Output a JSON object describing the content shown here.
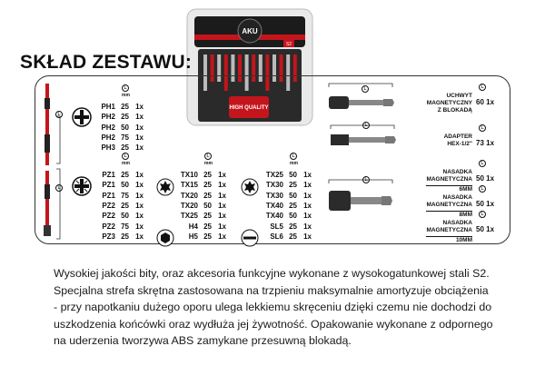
{
  "title": "SKŁAD ZESTAWU:",
  "package": {
    "brand_text": "AKU",
    "badge": "S2",
    "quality_text": "HIGH QUALITY"
  },
  "unit_mm": "mm",
  "length_symbol": "L",
  "phillips": [
    {
      "code": "PH1",
      "len": "25",
      "qty": "1x"
    },
    {
      "code": "PH2",
      "len": "25",
      "qty": "1x"
    },
    {
      "code": "PH2",
      "len": "50",
      "qty": "1x"
    },
    {
      "code": "PH2",
      "len": "75",
      "qty": "1x"
    },
    {
      "code": "PH3",
      "len": "25",
      "qty": "1x"
    }
  ],
  "pozidriv": [
    {
      "code": "PZ1",
      "len": "25",
      "qty": "1x"
    },
    {
      "code": "PZ1",
      "len": "50",
      "qty": "1x"
    },
    {
      "code": "PZ1",
      "len": "75",
      "qty": "1x"
    },
    {
      "code": "PZ2",
      "len": "25",
      "qty": "1x"
    },
    {
      "code": "PZ2",
      "len": "50",
      "qty": "1x"
    },
    {
      "code": "PZ2",
      "len": "75",
      "qty": "1x"
    },
    {
      "code": "PZ3",
      "len": "25",
      "qty": "1x"
    }
  ],
  "torx_a": [
    {
      "code": "TX10",
      "len": "25",
      "qty": "1x"
    },
    {
      "code": "TX15",
      "len": "25",
      "qty": "1x"
    },
    {
      "code": "TX20",
      "len": "25",
      "qty": "1x"
    },
    {
      "code": "TX20",
      "len": "50",
      "qty": "1x"
    },
    {
      "code": "TX25",
      "len": "25",
      "qty": "1x"
    },
    {
      "code": "H4",
      "len": "25",
      "qty": "1x"
    },
    {
      "code": "H5",
      "len": "25",
      "qty": "1x"
    }
  ],
  "torx_b": [
    {
      "code": "TX25",
      "len": "50",
      "qty": "1x"
    },
    {
      "code": "TX30",
      "len": "25",
      "qty": "1x"
    },
    {
      "code": "TX30",
      "len": "50",
      "qty": "1x"
    },
    {
      "code": "TX40",
      "len": "25",
      "qty": "1x"
    },
    {
      "code": "TX40",
      "len": "50",
      "qty": "1x"
    },
    {
      "code": "SL5",
      "len": "25",
      "qty": "1x"
    },
    {
      "code": "SL6",
      "len": "25",
      "qty": "1x"
    }
  ],
  "accessories": [
    {
      "label_lines": [
        "UCHWYT",
        "MAGNETYCZNY",
        "Z BLOKADĄ"
      ],
      "len": "60",
      "qty": "1x",
      "size": ""
    },
    {
      "label_lines": [
        "ADAPTER",
        "HEX-1/2\""
      ],
      "len": "73",
      "qty": "1x",
      "size": ""
    },
    {
      "label_lines": [
        "NASADKA",
        "MAGNETYCZNA"
      ],
      "len": "50",
      "qty": "1x",
      "size": "6MM"
    },
    {
      "label_lines": [
        "NASADKA",
        "MAGNETYCZNA"
      ],
      "len": "50",
      "qty": "1x",
      "size": "8MM"
    },
    {
      "label_lines": [
        "NASADKA",
        "MAGNETYCZNA"
      ],
      "len": "50",
      "qty": "1x",
      "size": "10MM"
    }
  ],
  "description": [
    "Wysokiej jakości bity, oraz akcesoria funkcyjne wykonane z wysokogatunkowej stali S2.",
    "Specjalna strefa skrętna zastosowana na trzpieniu maksymalnie amortyzuje obciążenia",
    "- przy napotkaniu dużego oporu ulega lekkiemu skręceniu dzięki czemu nie dochodzi do",
    "uszkodzenia końcówki oraz wydłuża jej żywotność. Opakowanie wykonane z odpornego",
    "na uderzenia tworzywa ABS zamykane przesuwną blokadą."
  ]
}
